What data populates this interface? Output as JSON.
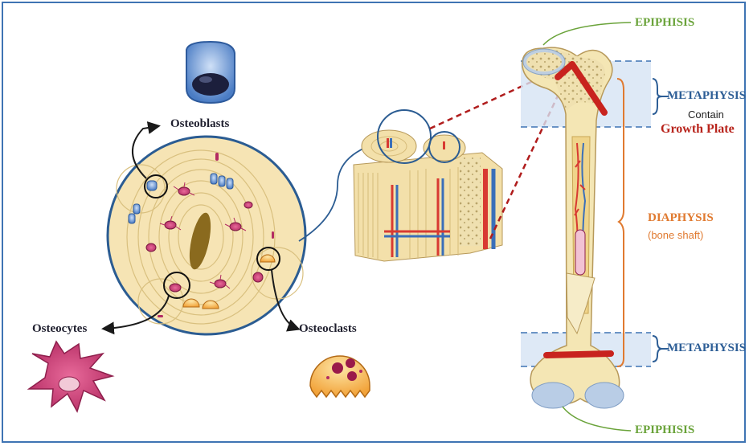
{
  "labels": {
    "osteoblasts": "Osteoblasts",
    "osteocytes": "Osteocytes",
    "osteoclasts": "Osteoclasts",
    "epiphisis_top": "EPIPHISIS",
    "metaphysis_top": "METAPHYSIS",
    "contain": "Contain",
    "growth_plate": "Growth Plate",
    "diaphysis": "DIAPHYSIS",
    "bone_shaft": "(bone shaft)",
    "metaphysis_bottom": "METAPHYSIS",
    "epiphisis_bottom": "EPIPHISIS"
  },
  "colors": {
    "frame": "#3f74b3",
    "epiphysis_label": "#6aa33a",
    "metaphysis_label": "#2d5e96",
    "diaphysis_label": "#e07a30",
    "growth_plate_label": "#b8241c",
    "bone": "#f3e3a8",
    "cartilage": "#b9cde6"
  }
}
